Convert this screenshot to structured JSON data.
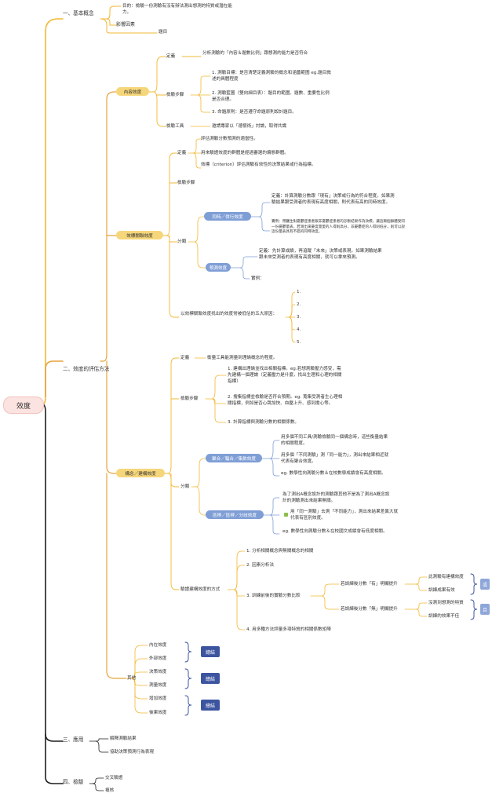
{
  "root": "效度",
  "s1": {
    "title": "一、基本概念",
    "goal": "目的：檢驗一份測驗有沒有辦法測出想測的特質或潛在能力。",
    "factor": "影響因素",
    "item": "題目"
  },
  "s2": {
    "title": "二、效度的評估方法",
    "content": {
      "label": "內容效度",
      "def_label": "定義",
      "def_text": "分析測驗的「內容＆題數比例」跟想測的能力是否符合",
      "steps_label": "檢驗步驟",
      "step1": "1. 測驗目標：是否清楚定義測驗的概念和涵蓋範圍 eg.題目敘述的具體程度",
      "step2": "2. 測驗藍圖（雙向細目表）：題目的範圍、題數、重要性比例是否合理。",
      "step3": "3. 命題原則：是否遵守命題原則設計題目。",
      "tool_label": "檢驗工具",
      "tool_text": "邀請專家以「德懷術」討論，取得共識"
    },
    "criterion": {
      "label": "效標關聯效度",
      "def_label": "定義",
      "def1": "評估測驗分數預測的適當性。",
      "def2": "用來驗證效度的群體是經過審選的偏態群體。",
      "def3": "效標（criterion）評估測驗有效性的決策結果或行為指標。",
      "steps_label": "檢驗步驟",
      "class_label": "分類",
      "concurrent": {
        "label": "同時／併行效度",
        "def": "定義：計算測驗分數跟「現有」決策或行為的符合程度。如果測驗結果跟受測者的表現有高度相關，則代表有高的同時效度。",
        "example": "實例：用醫生對憂鬱症患者跟非憂鬱症患者的診斷結果作為效標，讓這兩個群體受同一份憂鬱量表，若測出來憂度量愛的人得則高分，非憂鬱症的人得則低分，則可以說這份量表具有不錯的同時效度。"
      },
      "predictive": {
        "label": "預測效度",
        "def": "定義：先計算成績，再追蹤「未來」決策或表現。如果測驗結果跟未來受測者的表現有高度相關，就可以拿來預測。",
        "example": "實例："
      },
      "reasons_text": "以效標關聯效度找出的效度常被低估的五大原因：",
      "reasons": [
        "1.",
        "2.",
        "3.",
        "4.",
        "5."
      ]
    },
    "construct": {
      "label": "構念／建構效度",
      "def_label": "定義",
      "def_text": "衡量工具能測量到理論概念的程度。",
      "steps_label": "檢驗步驟",
      "step1": "1. 建構出理論並找出相關指標。eg.若想測驗壓力感受，需先建構一個理論（定義壓力是什麼，找出生理和心理的相關指標）",
      "step2": "2. 搜集指標並檢驗是否符合預期。eg. 蒐集受測者生心理相關指標，例如是否心跳加快、血壓上升、感到擔心等。",
      "step3": "3. 計算指標與測驗分數的相關係數。",
      "class_label": "分類",
      "convergent": {
        "label": "聚合／輻合／集斂效度",
        "t1": "用多個不同工具/測驗檢驗同一個構念時，這些衡量結果的相關程度。",
        "t2": "用多個「不同測驗」測「同一能力」，測出來結果相近就代表有聚合效度。",
        "t3": "eg. 數學性向測驗分數＆在校數學成績會有高度相關。"
      },
      "discriminant": {
        "label": "區辨／區辨／分歧效度",
        "t1": "為了測出A概念設計的測驗跟其他不是為了測出A概念設計的測驗測出來結果無關。",
        "t2": "用「同一測驗」去測「不同能力」，測出來結果差異大就代表有區別效度。",
        "t3": "eg. 數學性向測驗分數＆在校國文成績會有低度相關。"
      },
      "verify_label": "驗證建構效度的方式",
      "v1": "1. 分析相關概念與無關概念的相關",
      "v2": "2. 因素分析法",
      "v3": "3. 訓練前後的實驗分數比較",
      "v3a": "若訓練後分數「有」明顯提升",
      "v3a1": "此測驗有建構效度",
      "v3a2": "訓練成果有效",
      "v3a_tag": "或",
      "v3b": "若訓練後分數「無」明顯提升",
      "v3b1": "沒測到想測的特質",
      "v3b2": "訓練的效果不佳",
      "v3b_tag": "且",
      "v4": "4. 用多種方法評量多項特質的相關係數矩陣"
    },
    "other": {
      "label": "其他",
      "i1": "內在效度",
      "i2": "外部效度",
      "i3": "決策效度",
      "i4": "測量效度",
      "i5": "增加效度",
      "i6": "後果效度",
      "summary": "總結"
    }
  },
  "s3": {
    "title": "三、應用",
    "i1": "解釋測驗結果",
    "i2": "協助決策預測行為表現"
  },
  "s4": {
    "title": "四、檢驗",
    "i1": "交叉驗證",
    "i2": "複核"
  },
  "colors": {
    "branch1": "#f2b833",
    "branch2": "#e8a33a",
    "main_dark": "#1e1e1e",
    "yellow_box": "#f6d67a",
    "blue_box": "#7f9ed6",
    "navy_box": "#3d55a0",
    "pink_root": "#fbe3e1",
    "green_dot": "#8bbf4c"
  }
}
